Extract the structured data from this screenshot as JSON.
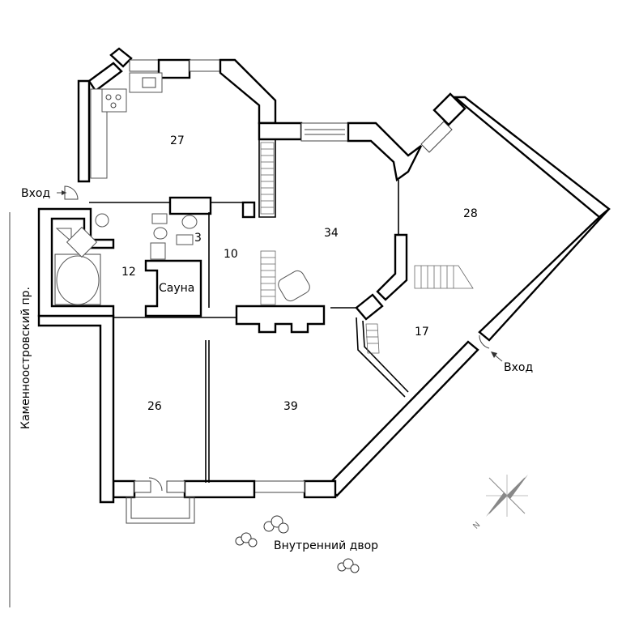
{
  "rooms": {
    "r27": "27",
    "r28": "28",
    "r34": "34",
    "r3": "3",
    "r10": "10",
    "r12": "12",
    "sauna": "Сауна",
    "r17": "17",
    "r26": "26",
    "r39": "39"
  },
  "labels": {
    "entrance_left": "Вход",
    "entrance_right": "Вход",
    "street": "Каменноостровский пр.",
    "courtyard": "Внутренний двор"
  },
  "compass": {
    "north": "N"
  }
}
